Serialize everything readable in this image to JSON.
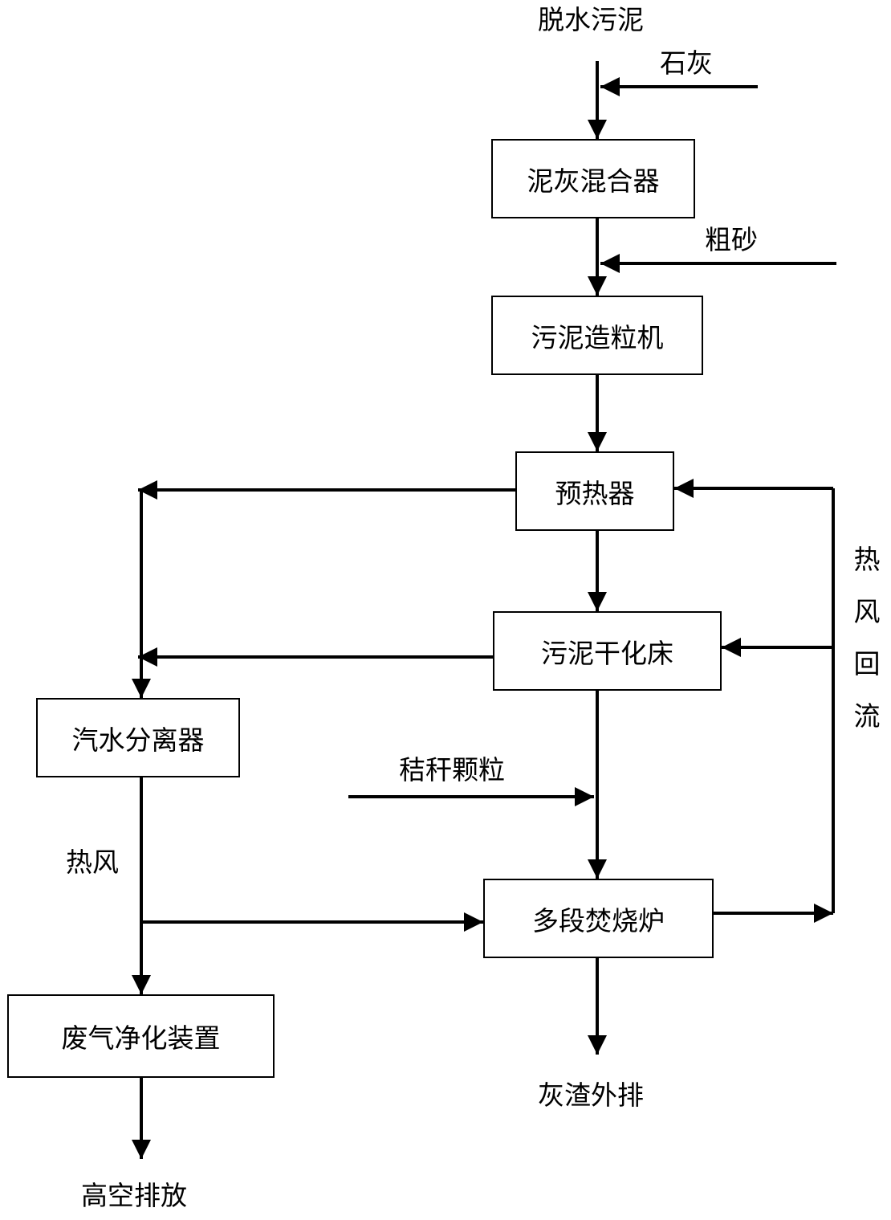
{
  "nodes": {
    "mixer": "泥灰混合器",
    "granulator": "污泥造粒机",
    "preheater": "预热器",
    "dryer_bed": "污泥干化床",
    "separator": "汽水分离器",
    "incinerator": "多段焚烧炉",
    "gas_purifier": "废气净化装置"
  },
  "labels": {
    "dewatered_sludge": "脱水污泥",
    "lime": "石灰",
    "coarse_sand": "粗砂",
    "straw_pellets": "秸秆颗粒",
    "hot_air": "热风",
    "ash_discharge": "灰渣外排",
    "high_altitude_emission": "高空排放",
    "hot_air_return": [
      "热",
      "风",
      "回",
      "流"
    ]
  }
}
